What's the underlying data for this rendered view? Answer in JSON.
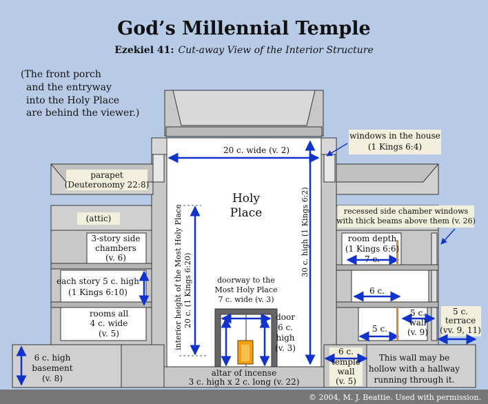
{
  "header": {
    "title": "God’s Millennial Temple",
    "subtitle_ref": "Ezekiel 41:",
    "subtitle_text": "Cut-away View of the Interior Structure"
  },
  "note": {
    "lines": [
      "(The front porch",
      "and the entryway",
      "into the Holy Place",
      "are behind the viewer.)"
    ]
  },
  "labels": {
    "windows_house": [
      "windows in the house",
      "(1 Kings 6:4)"
    ],
    "parapet": [
      "parapet",
      "(Deuteronomy 22:8)"
    ],
    "attic": "(attic)",
    "side_chambers": [
      "3-story side",
      "chambers",
      "(v. 6)"
    ],
    "each_story": [
      "each story 5 c. high",
      "(1 Kings 6:10)"
    ],
    "rooms_all": [
      "rooms all",
      "4 c. wide",
      "(v. 5)"
    ],
    "basement": [
      "6 c. high",
      "basement",
      "(v. 8)"
    ],
    "holy_place": [
      "Holy",
      "Place"
    ],
    "width_20": "20 c. wide (v. 2)",
    "interior_height": [
      "interior height of the Most Holy Place",
      "20 c. (1 Kings 6:20)"
    ],
    "height_30": "30 c. high (1 Kings 6:2)",
    "doorway": [
      "doorway to the",
      "Most Holy Place",
      "7 c. wide (v. 3)"
    ],
    "door": [
      "door",
      "6 c.",
      "high",
      "(v. 3)"
    ],
    "altar": [
      "altar of incense",
      "3 c. high x 2 c. long (v. 22)"
    ],
    "recessed": [
      "recessed side chamber windows",
      "with thick beams above them (v. 26)"
    ],
    "room_depth": [
      "room depth",
      "(1 Kings 6:6)",
      "7 c."
    ],
    "six_c": "6 c.",
    "five_c_room": "5 c.",
    "five_c_wall": [
      "5 c.",
      "wall",
      "(v. 9)"
    ],
    "terrace": [
      "5 c.",
      "terrace",
      "(vv. 9, 11)"
    ],
    "temple_wall": [
      "6 c.",
      "temple",
      "wall",
      "(v. 5)"
    ],
    "hollow_wall": [
      "This wall may be",
      "hollow with a hallway",
      "running through it."
    ]
  },
  "footer": {
    "copyright": "© 2004, M. J. Beattie.  Used with permission."
  },
  "colors": {
    "background": "#b8cbe6",
    "wall": "#c8c8c8",
    "label_box": "#f2f0dc",
    "arrow": "#1133cc",
    "door": "#f0a010",
    "footer": "#777777"
  }
}
